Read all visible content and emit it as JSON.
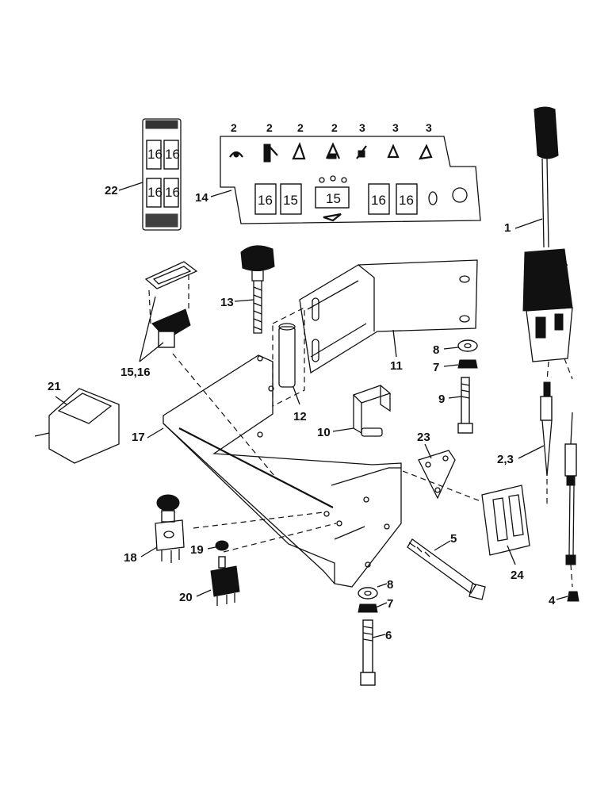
{
  "callouts": {
    "c1": "1",
    "c23": "2,3",
    "c4": "4",
    "c5": "5",
    "c6": "6",
    "c7a": "7",
    "c7b": "7",
    "c8a": "8",
    "c8b": "8",
    "c9": "9",
    "c10": "10",
    "c11": "11",
    "c12": "12",
    "c13": "13",
    "c14": "14",
    "c1516": "15,16",
    "c17": "17",
    "c18": "18",
    "c19": "19",
    "c20": "20",
    "c21": "21",
    "c22": "22",
    "c23b": "23",
    "c24": "24"
  },
  "panel14": {
    "top_labels": [
      "2",
      "2",
      "2",
      "2",
      "3",
      "3",
      "3"
    ],
    "windows": [
      "16",
      "15",
      "15",
      "16",
      "16"
    ]
  },
  "panel22": {
    "windows": [
      "16",
      "16",
      "16",
      "16"
    ]
  }
}
